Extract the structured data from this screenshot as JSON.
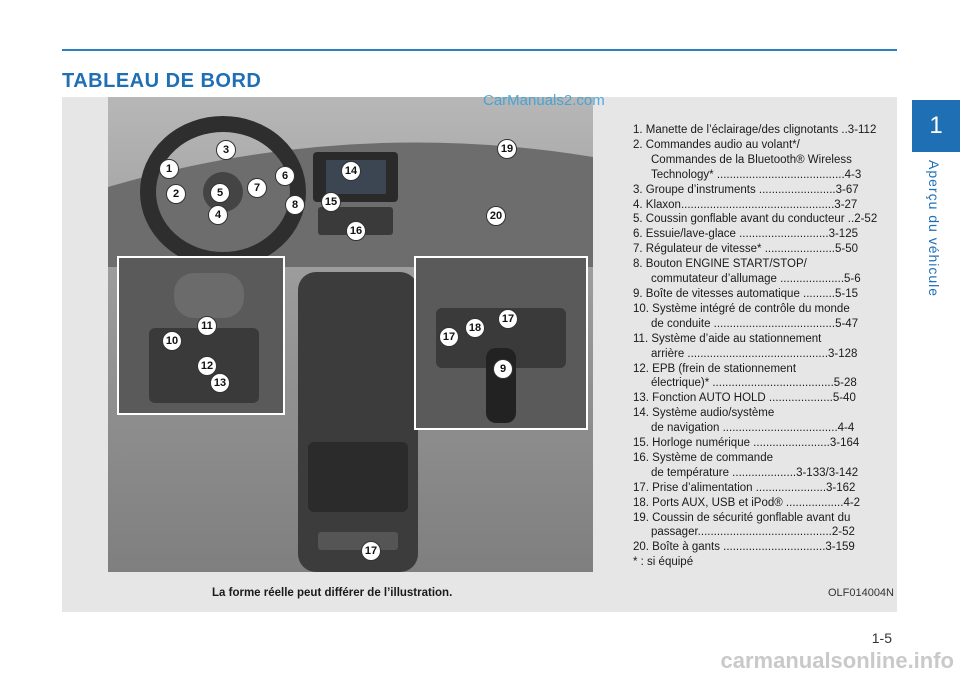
{
  "page_title": "TABLEAU DE BORD",
  "chapter_number": "1",
  "chapter_label": "Aperçu du véhicule",
  "watermark": "CarManuals2.com",
  "callouts": [
    "1",
    "2",
    "3",
    "4",
    "5",
    "6",
    "7",
    "8",
    "9",
    "10",
    "11",
    "12",
    "13",
    "14",
    "15",
    "16",
    "17",
    "17",
    "17",
    "18",
    "19",
    "20"
  ],
  "items": [
    {
      "text": "1. Manette de l’éclairage/des clignotants ..3-112"
    },
    {
      "text": "2. Commandes audio au volant*/\nCommandes de la Bluetooth® Wireless\nTechnology* ........................................4-3"
    },
    {
      "text": "3. Groupe d’instruments ........................3-67"
    },
    {
      "text": "4. Klaxon................................................3-27"
    },
    {
      "text": "5. Coussin gonflable avant du conducteur ..2-52"
    },
    {
      "text": "6. Essuie/lave-glace ............................3-125"
    },
    {
      "text": "7. Régulateur de vitesse* ......................5-50"
    },
    {
      "text": "8. Bouton ENGINE START/STOP/\ncommutateur d’allumage ....................5-6"
    },
    {
      "text": "9. Boîte de vitesses automatique ..........5-15"
    },
    {
      "text": "10. Système intégré de contrôle du monde\nde conduite ......................................5-47"
    },
    {
      "text": "11. Système d’aide au stationnement\narrière ............................................3-128"
    },
    {
      "text": "12. EPB (frein de stationnement\nélectrique)* ......................................5-28"
    },
    {
      "text": "13. Fonction AUTO HOLD ....................5-40"
    },
    {
      "text": "14. Système audio/système\nde navigation ....................................4-4"
    },
    {
      "text": "15. Horloge numérique ........................3-164"
    },
    {
      "text": "16. Système de commande\nde température ....................3-133/3-142"
    },
    {
      "text": "17. Prise d’alimentation ......................3-162"
    },
    {
      "text": "18. Ports AUX, USB et iPod® ..................4-2"
    },
    {
      "text": "19. Coussin de sécurité gonflable avant du\npassager..........................................2-52"
    },
    {
      "text": "20. Boîte à gants ................................3-159"
    },
    {
      "text": "* : si équipé"
    }
  ],
  "note": "La forme réelle peut différer de l’illustration.",
  "image_code": "OLF014004N",
  "page_number": "1-5",
  "footer_watermark": "carmanualsonline.info"
}
